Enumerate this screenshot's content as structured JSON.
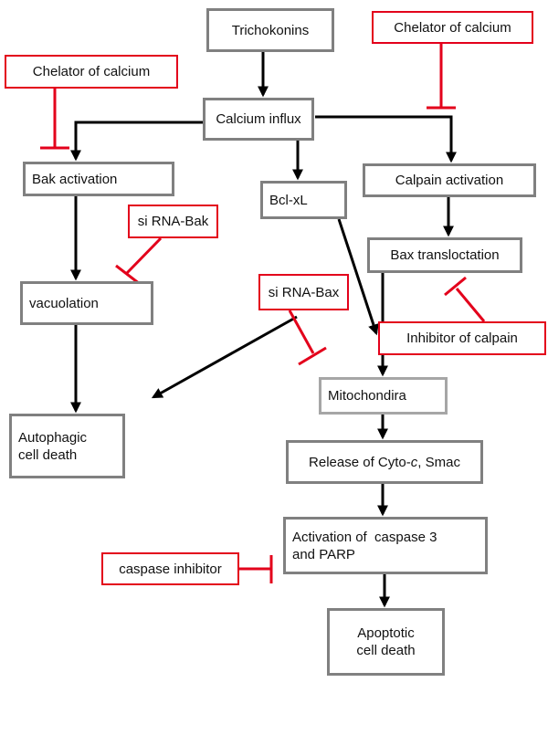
{
  "nodes": {
    "trichokonins": "Trichokonins",
    "calcium_influx": "Calcium influx",
    "bak_activation": "Bak activation",
    "bcl_xl": "Bcl-xL",
    "calpain_activation": "Calpain activation",
    "bax_translocation": "Bax transloctation",
    "vacuolation": "vacuolation",
    "autophagic_death": {
      "line1": "Autophagic",
      "line2": "cell death"
    },
    "mitochondria": "Mitochondira",
    "release": {
      "prefix": "Release of Cyto-",
      "italic": "c",
      "suffix": ", Smac"
    },
    "caspase_activation": {
      "line1": "Activation of  caspase 3",
      "line2": "and PARP"
    },
    "apoptotic_death": {
      "line1": "Apoptotic",
      "line2": "cell death"
    }
  },
  "inhibitors": {
    "chelator_left": "Chelator of calcium",
    "chelator_right": "Chelator of calcium",
    "sirna_bak": "si RNA-Bak",
    "sirna_bax": "si RNA-Bax",
    "calpain_inhibitor": "Inhibitor of calpain",
    "caspase_inhibitor": "caspase inhibitor"
  },
  "colors": {
    "activation_arrow": "#000000",
    "inhibition": "#e3001b",
    "node_border": "#808080"
  }
}
